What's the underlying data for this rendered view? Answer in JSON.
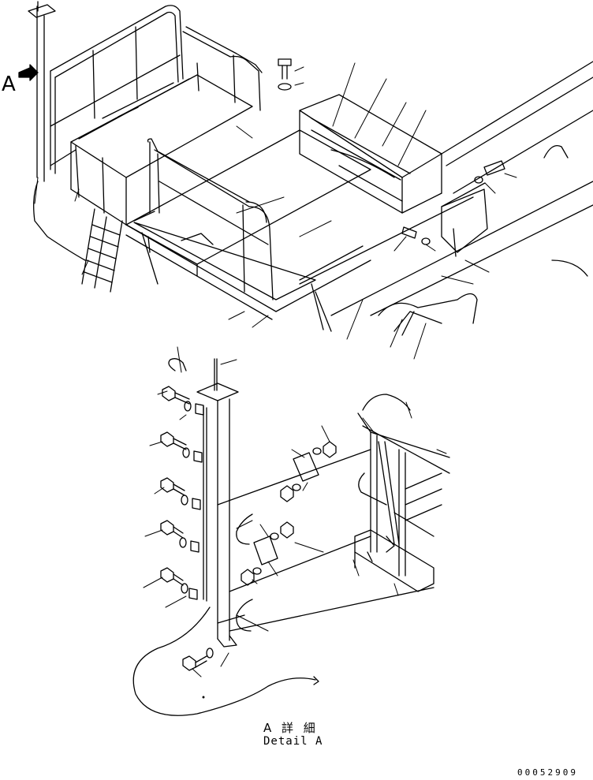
{
  "diagram": {
    "view_marker_letter": "A",
    "detail_caption_jp": "A 詳 細",
    "detail_caption_en": "Detail A",
    "drawing_number": "00052909"
  }
}
